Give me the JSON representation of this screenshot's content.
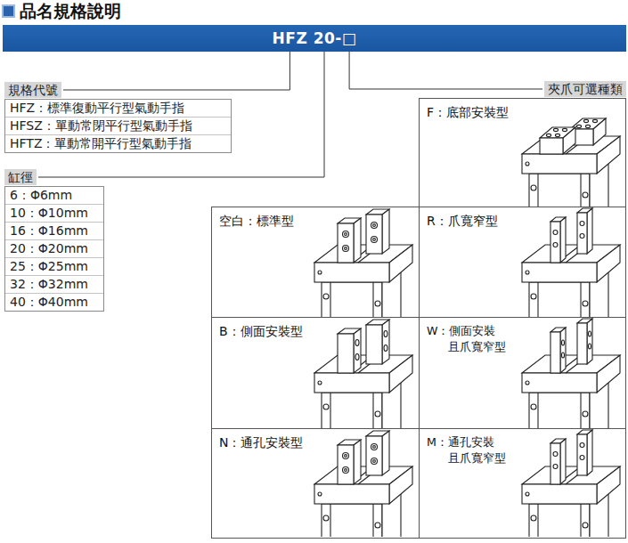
{
  "diagram": {
    "title": "品名規格說明",
    "nodes": [
      {
        "text": [
          "HFZ 20-□"
        ]
      },
      {
        "text": [
          "規格代號",
          "HFZ：標準復動平行型氣動手指",
          "HFSZ：單動常閉平行型氣動手指",
          "HFTZ：單動常開平行型氣動手指"
        ]
      },
      {
        "text": [
          "缸徑",
          "6：Φ6mm",
          "10：Φ10mm",
          "16：Φ16mm",
          "20：Φ20mm",
          "25：Φ25mm",
          "32：Φ32mm",
          "40：Φ40mm"
        ]
      },
      {
        "text": [
          "夾爪可選種類"
        ]
      },
      {
        "text": [
          "F：底部安裝型"
        ],
        "in": 3
      },
      {
        "text": [
          "空白：標準型"
        ],
        "in": 3
      },
      {
        "text": [
          "R：爪寬窄型"
        ],
        "in": 3
      },
      {
        "text": [
          "B：側面安裝型"
        ],
        "in": 3
      },
      {
        "text": [
          "W：側面安裝 且爪寬窄型"
        ],
        "in": 3
      },
      {
        "text": [
          "N：通孔安裝型"
        ],
        "in": 3
      },
      {
        "text": [
          "M：通孔安裝 且爪寬窄型"
        ],
        "in": 3
      }
    ],
    "edges": [
      {
        "from": 0,
        "to": 1,
        "arrow": "none"
      },
      {
        "from": 0,
        "to": 2,
        "arrow": "none"
      },
      {
        "from": 0,
        "to": 3,
        "arrow": "none"
      }
    ]
  }
}
